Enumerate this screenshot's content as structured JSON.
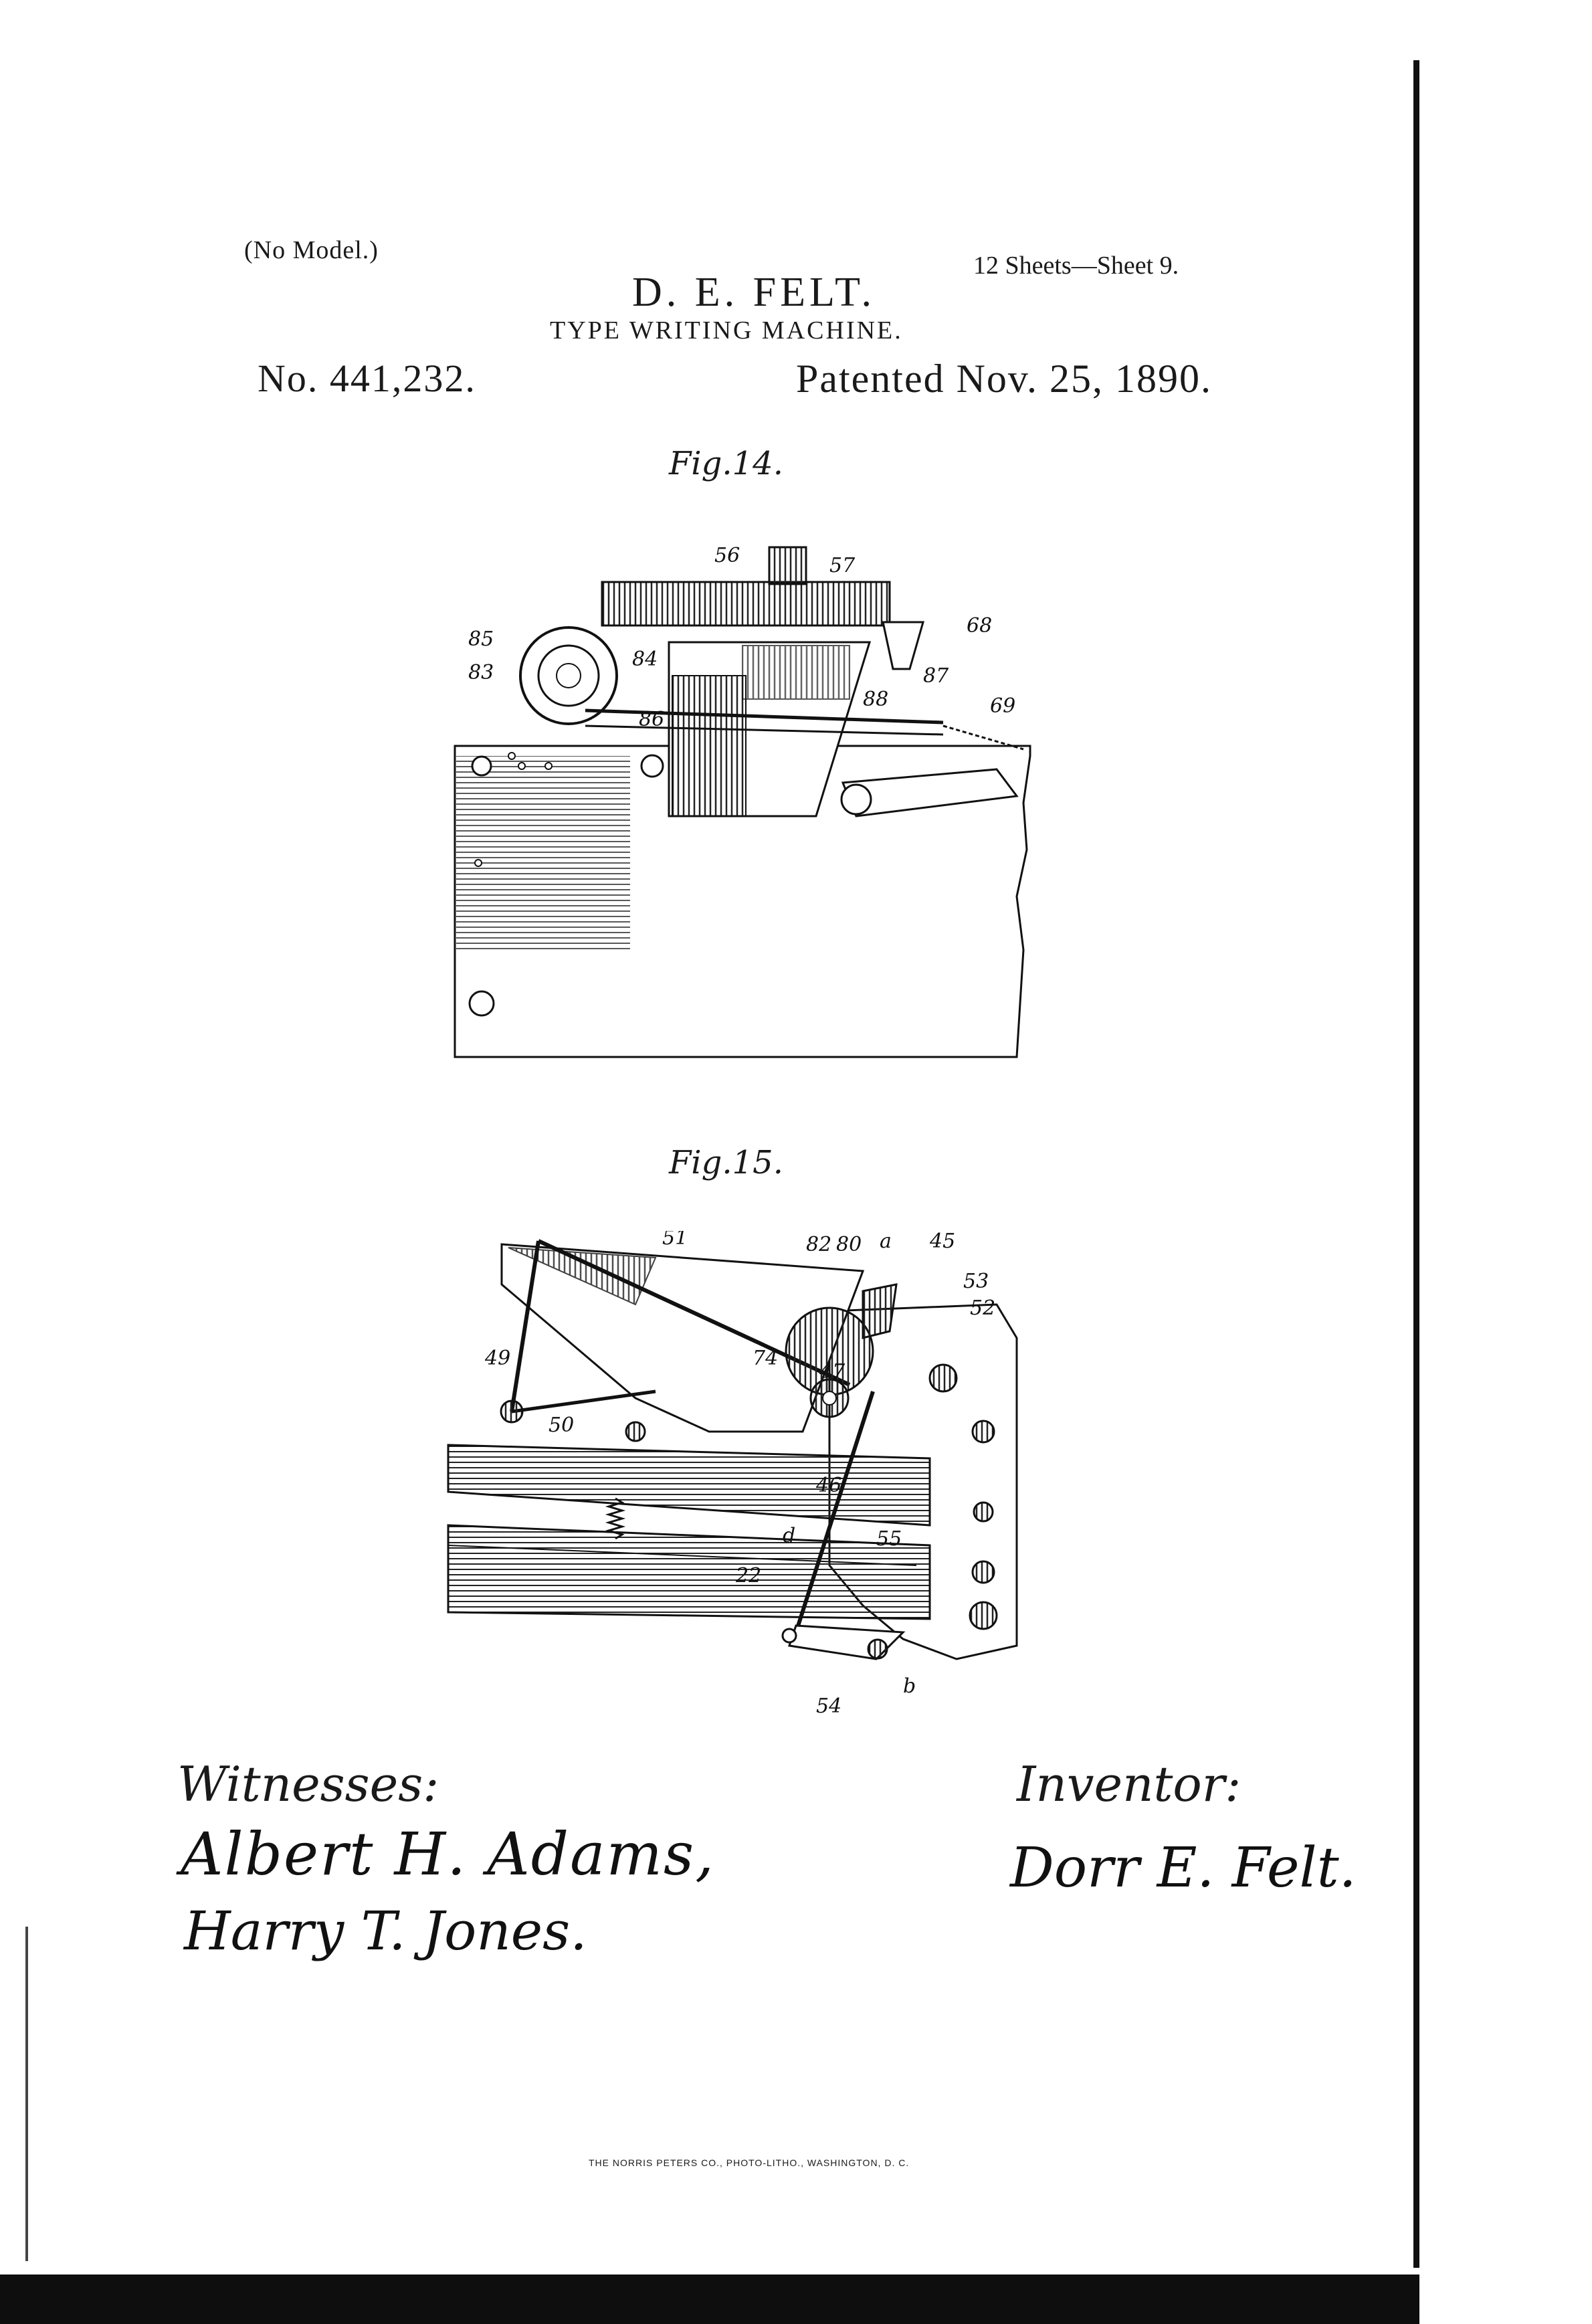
{
  "header": {
    "no_model": "(No Model.)",
    "sheets": "12 Sheets—Sheet 9.",
    "inventor": "D. E. FELT.",
    "title": "TYPE WRITING MACHINE.",
    "patent_number": "No. 441,232.",
    "patented_date": "Patented Nov. 25, 1890."
  },
  "figures": {
    "fig14": {
      "label": "Fig.14.",
      "refs": [
        "56",
        "57",
        "68",
        "85",
        "84",
        "83",
        "87",
        "88",
        "69",
        "86"
      ]
    },
    "fig15": {
      "label": "Fig.15.",
      "refs": [
        "51",
        "82",
        "80",
        "a",
        "45",
        "53",
        "52",
        "74",
        "47",
        "49",
        "50",
        "46",
        "55",
        "d",
        "22",
        "54",
        "b"
      ]
    }
  },
  "signatures": {
    "witnesses_label": "Witnesses:",
    "witness1": "Albert H. Adams,",
    "witness2": "Harry T. Jones.",
    "inventor_label": "Inventor:",
    "inventor_signature": "Dorr E. Felt."
  },
  "footer": {
    "printer": "THE NORRIS PETERS CO., PHOTO-LITHO., WASHINGTON, D. C."
  }
}
